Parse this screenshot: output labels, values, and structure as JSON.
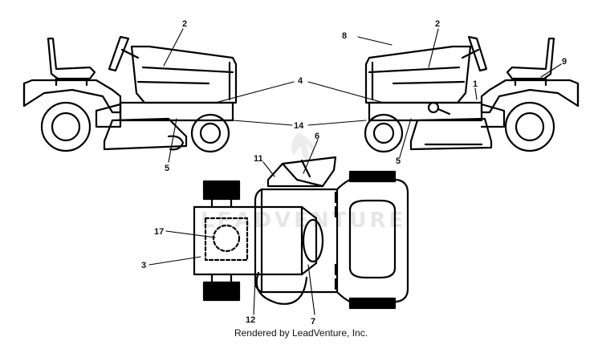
{
  "callouts": {
    "c1": "1",
    "c2a": "2",
    "c2b": "2",
    "c3": "3",
    "c4": "4",
    "c5a": "5",
    "c5b": "5",
    "c6": "6",
    "c7": "7",
    "c8": "8",
    "c9": "9",
    "c11": "11",
    "c12": "12",
    "c14": "14",
    "c17": "17"
  },
  "watermark": "LEADVENTURE",
  "credit": "Rendered by LeadVenture, Inc."
}
